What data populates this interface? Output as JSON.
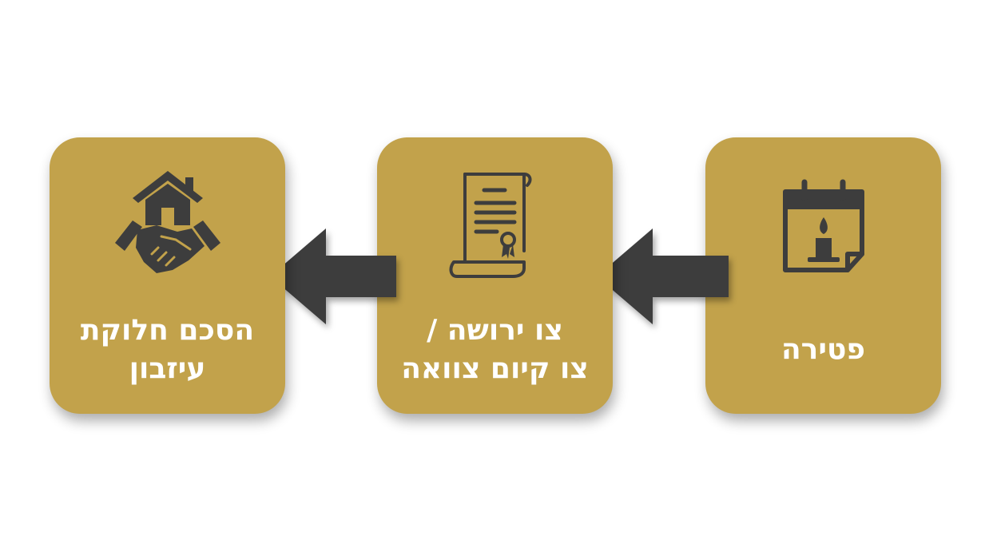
{
  "steps": [
    {
      "id": "death",
      "line1": "פטירה",
      "line2": "",
      "icon": "calendar-candle-icon"
    },
    {
      "id": "probate",
      "line1": "צו ירושה /",
      "line2": "צו קיום צוואה",
      "icon": "will-scroll-icon"
    },
    {
      "id": "agreement",
      "line1": "הסכם חלוקת",
      "line2": "עיזבון",
      "icon": "handshake-house-icon"
    }
  ],
  "arrows": {
    "direction": "right-to-left",
    "icon": "arrow-left-icon"
  },
  "colors": {
    "card": "#c2a24b",
    "icon": "#3d3d3d",
    "text": "#ffffff",
    "arrow": "#3d3d3d",
    "background": "#ffffff"
  }
}
